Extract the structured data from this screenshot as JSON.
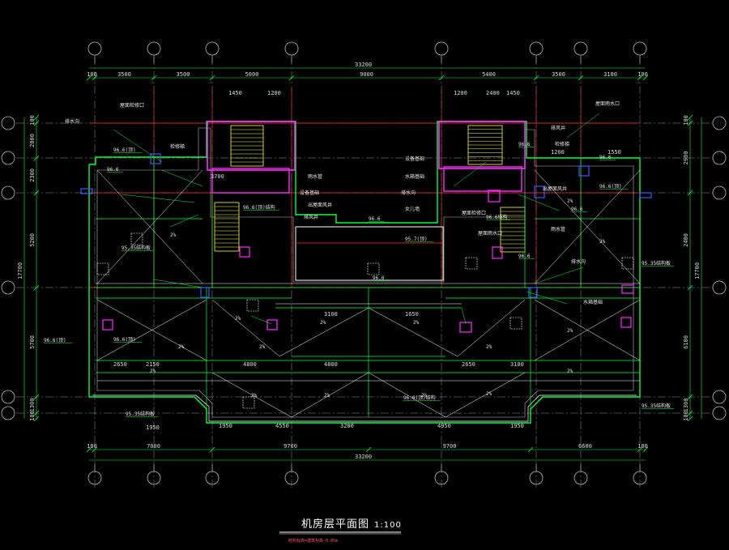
{
  "title": "机房层平面图",
  "scale": "1:100",
  "subtitle": "结构标高=建筑标高-0.05m",
  "colors": {
    "wall_green": "#00ff3c",
    "axis_red": "#ff2a2a",
    "magenta": "#ff2cff",
    "yellow": "#ffff33",
    "blue": "#3a5cff",
    "white": "#ffffff",
    "gray": "#bcbcbc"
  },
  "overall_dimension_top": "33200",
  "overall_dimension_bottom": "33200",
  "top_dimensions": [
    "100",
    "3500",
    "3500",
    "5000",
    "9000",
    "5400",
    "3500",
    "3100",
    "100"
  ],
  "bottom_dimensions": [
    "100",
    "7000",
    "9700",
    "9700",
    "6600",
    "100"
  ],
  "left_dimensions": [
    "100",
    "2000",
    "2300",
    "5200",
    "5700",
    "1300",
    "100"
  ],
  "left_total": "17700",
  "right_dimensions": [
    "100",
    "2900",
    "2400",
    "6100",
    "1300",
    "100"
  ],
  "right_total": "17700",
  "inner_dimensions": [
    "1450",
    "1200",
    "1200",
    "2400",
    "1450",
    "1200",
    "1550",
    "1950",
    "4550",
    "3200",
    "4950",
    "1950",
    "2650",
    "2150",
    "4800",
    "4800",
    "2650",
    "3100",
    "3100",
    "1650",
    "3700",
    "1950"
  ],
  "level_notes": [
    "96.6(顶)",
    "96.6",
    "96.6",
    "96.6(顶)",
    "95.35结构板",
    "96.6(顶)结构",
    "95.35结构板",
    "96.6",
    "96.6(顶)",
    "95.35结构板",
    "96.6(顶)",
    "95.35结构板",
    "96.6",
    "96.6",
    "96.6",
    "96.6",
    "95.7(顶)",
    "96.6(顶)结构",
    "96.6结构"
  ],
  "slope_notes": [
    "2%",
    "2%",
    "2%",
    "2%",
    "2%",
    "2%",
    "2%",
    "2%",
    "2%",
    "2%",
    "2%",
    "2%",
    "2%",
    "2%",
    "2%",
    "2%"
  ],
  "small_notes": [
    "屋面检修口",
    "排水沟",
    "检修梯",
    "雨水管",
    "设备基础",
    "出屋面风井",
    "排风井",
    "设备基础",
    "水箱基础",
    "排水沟",
    "女儿墙",
    "屋面检修口",
    "屋面雨水口",
    "排风井",
    "检修梯",
    "出屋面风井",
    "雨水管",
    "排水沟",
    "水箱基础",
    "屋面雨水口"
  ]
}
